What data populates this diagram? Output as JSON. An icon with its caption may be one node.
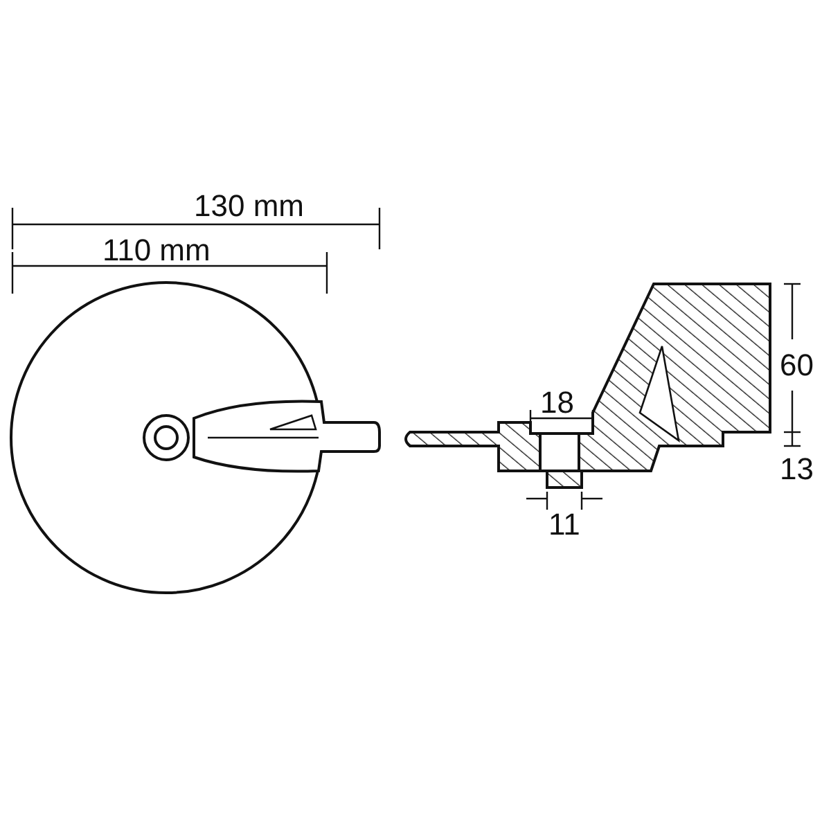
{
  "diagram": {
    "labels": [
      "130 mm",
      "110 mm",
      "18",
      "60",
      "13",
      "11"
    ]
  }
}
